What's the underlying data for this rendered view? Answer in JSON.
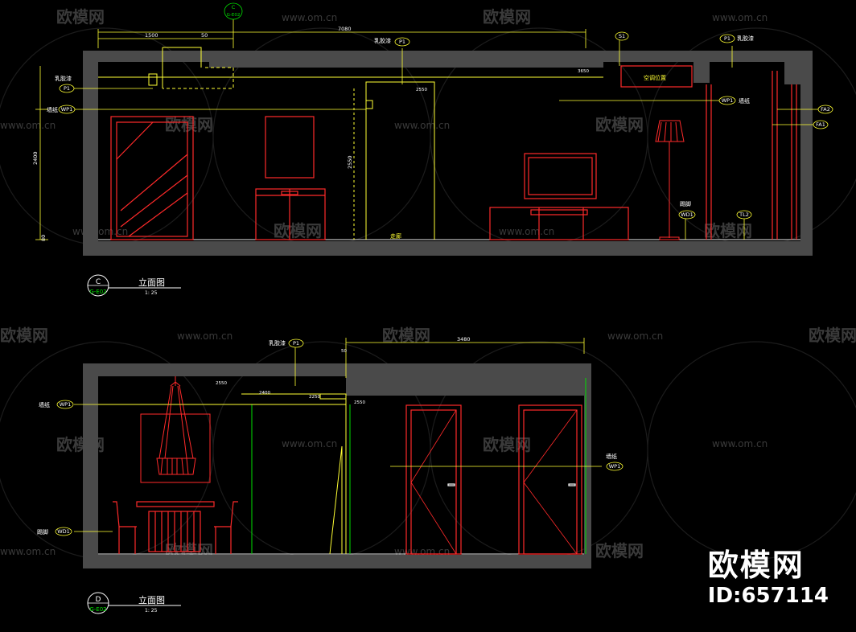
{
  "watermark": {
    "url": "www.om.cn",
    "logo": "欧模网"
  },
  "brand": {
    "logo": "欧模网",
    "id": "ID:657114"
  },
  "elevation_c": {
    "title": "立面图",
    "scale": "1: 25",
    "ref_letter": "C",
    "ref_sheet": "G-E02",
    "top_ref_letter": "C",
    "top_ref_sheet": "G-E02",
    "dim_total": "7080",
    "dim_left": "1500",
    "dim_small": "50",
    "dim_height": "2400",
    "dim_door": "2550",
    "dim_base": "80",
    "dim_ceil": "3650",
    "tag_p1": "P1",
    "tag_wp1": "WP1",
    "tag_s1": "S1",
    "tag_wd1": "WD1",
    "tag_tl2": "TL2",
    "tag_fa1": "FA1",
    "tag_fa2": "FA2",
    "lbl_paint": "乳胶漆",
    "lbl_wallpaper": "墙纸",
    "lbl_ac": "空调位置",
    "lbl_corridor": "走廊",
    "lbl_skirting": "踢脚"
  },
  "elevation_d": {
    "title": "立面图",
    "scale": "1: 25",
    "ref_letter": "D",
    "ref_sheet": "G-E02",
    "dim_top": "3480",
    "dim_small": "50",
    "dim_a": "2550",
    "dim_b": "2400",
    "dim_c": "2250",
    "tag_p1": "P1",
    "tag_wp1": "WP1",
    "tag_wd1": "WD1",
    "lbl_paint": "乳胶漆",
    "lbl_wallpaper": "墙纸",
    "lbl_skirting": "踢脚"
  }
}
